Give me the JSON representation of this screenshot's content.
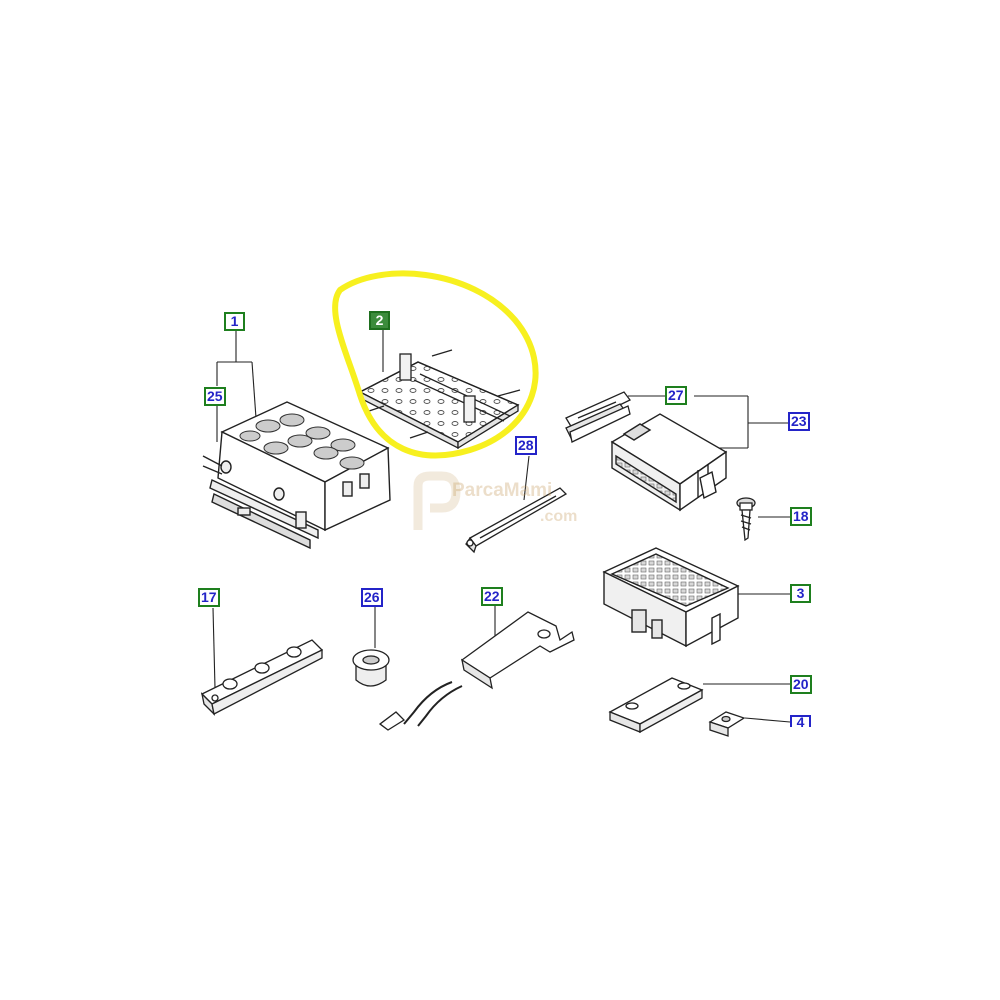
{
  "watermark": {
    "brand": "ParcaMami",
    "domain": ".com"
  },
  "highlight": {
    "color": "#f7f01f"
  },
  "callouts": [
    {
      "id": "1",
      "label": "1",
      "style": "green",
      "selected": false
    },
    {
      "id": "2",
      "label": "2",
      "style": "green",
      "selected": true
    },
    {
      "id": "25",
      "label": "25",
      "style": "green",
      "selected": false
    },
    {
      "id": "27",
      "label": "27",
      "style": "green",
      "selected": false
    },
    {
      "id": "23",
      "label": "23",
      "style": "blue",
      "selected": false
    },
    {
      "id": "28",
      "label": "28",
      "style": "blue",
      "selected": false
    },
    {
      "id": "18",
      "label": "18",
      "style": "green",
      "selected": false
    },
    {
      "id": "17",
      "label": "17",
      "style": "green",
      "selected": false
    },
    {
      "id": "26",
      "label": "26",
      "style": "blue",
      "selected": false
    },
    {
      "id": "22",
      "label": "22",
      "style": "green",
      "selected": false
    },
    {
      "id": "3",
      "label": "3",
      "style": "green",
      "selected": false
    },
    {
      "id": "20",
      "label": "20",
      "style": "green",
      "selected": false
    },
    {
      "id": "4",
      "label": "4",
      "style": "blue",
      "selected": false
    }
  ]
}
